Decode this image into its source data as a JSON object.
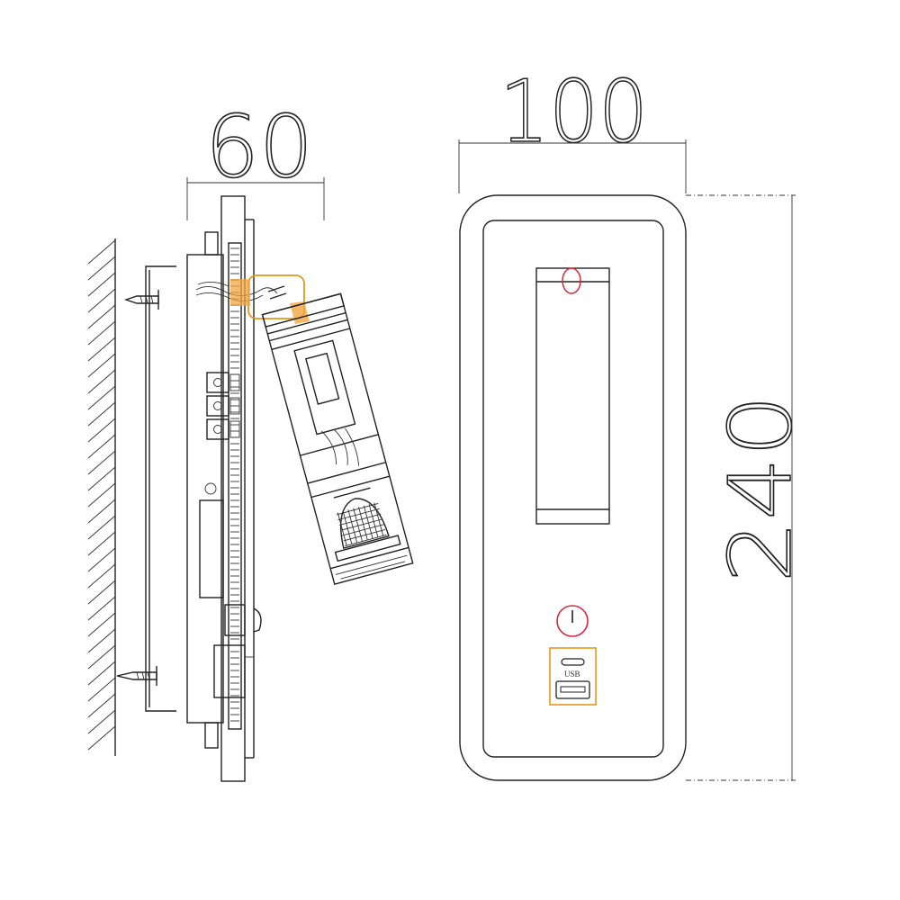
{
  "dimensions": {
    "depth": "60",
    "width": "100",
    "height": "240"
  },
  "ports": {
    "usb_label": "USB"
  },
  "colors": {
    "line": "#222222",
    "accent": "#e8961e",
    "indicator": "#d9283a"
  }
}
